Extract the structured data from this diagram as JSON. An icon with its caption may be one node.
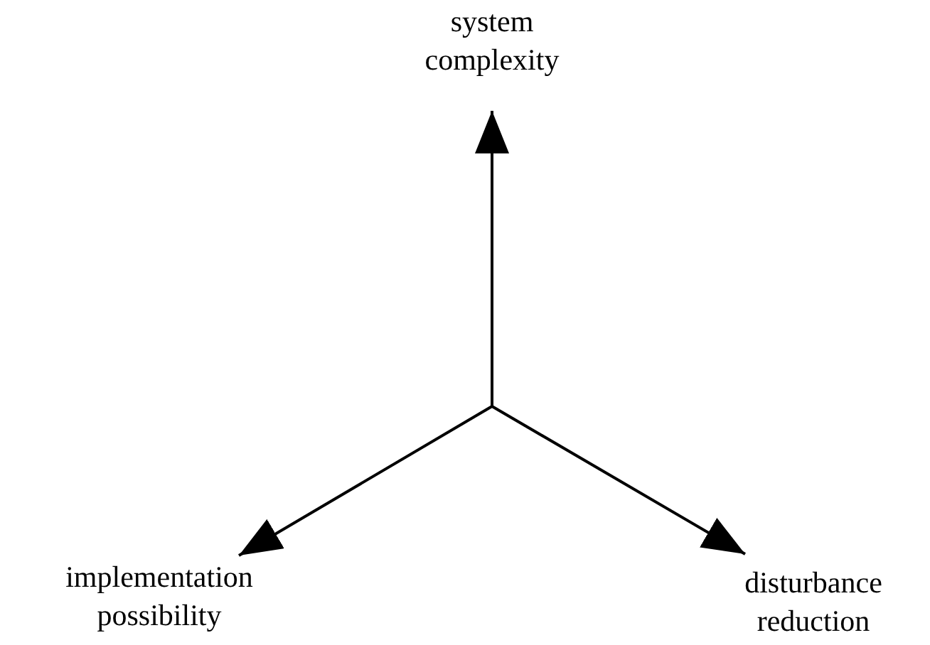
{
  "diagram": {
    "nodes": [
      {
        "text": [
          "system complexity"
        ]
      },
      {
        "text": [
          "implementation possibility"
        ]
      },
      {
        "text": [
          "disturbance reduction"
        ]
      }
    ],
    "edges": [
      {
        "from": null,
        "to": 0,
        "arrow": "to"
      },
      {
        "from": null,
        "to": 1,
        "arrow": "to"
      },
      {
        "from": null,
        "to": 2,
        "arrow": "to"
      }
    ]
  }
}
